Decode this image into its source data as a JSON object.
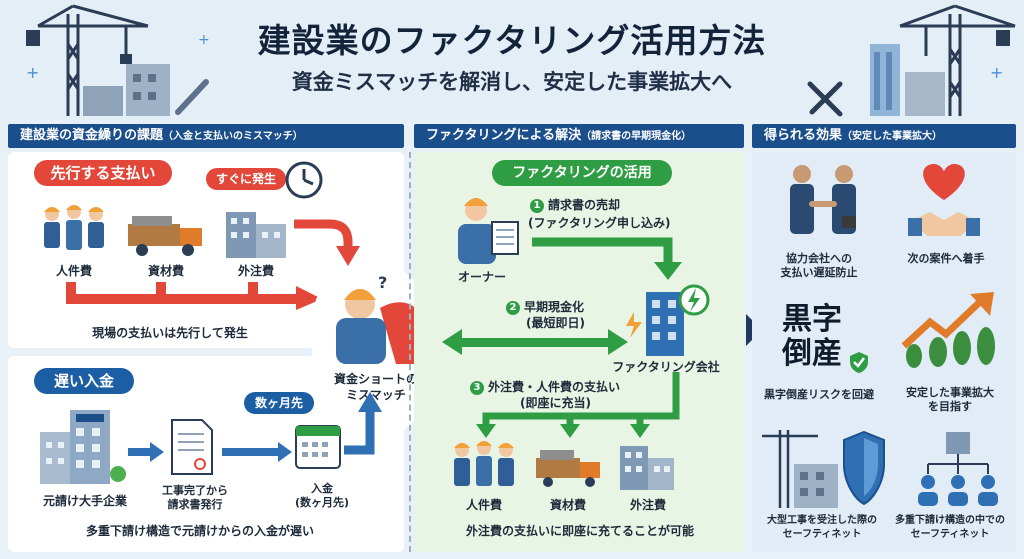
{
  "header": {
    "title": "建設業のファクタリング活用方法",
    "subtitle": "資金ミスマッチを解消し、安定した事業拡大へ"
  },
  "columns": {
    "left": {
      "title": "建設業の資金繰りの課題",
      "note": "（入金と支払いのミスマッチ）"
    },
    "middle": {
      "title": "ファクタリングによる解決",
      "note": "（請求書の早期現金化）"
    },
    "right": {
      "title": "得られる効果",
      "note": "（安定した事業拡大）"
    }
  },
  "left": {
    "advance_pay": {
      "pill": "先行する支払い",
      "urgent": "すぐに発生",
      "items": [
        "人件費",
        "資材費",
        "外注費"
      ],
      "caption": "現場の支払いは先行して発生"
    },
    "center": {
      "line1": "資金ショートの",
      "line2": "ミスマッチ"
    },
    "late_income": {
      "pill": "遅い入金",
      "months_badge": "数ヶ月先",
      "client": "元請け大手企業",
      "invoice_line1": "工事完了から",
      "invoice_line2": "請求書発行",
      "income_line1": "入金",
      "income_line2": "(数ヶ月先)",
      "caption": "多重下請け構造で元請けからの入金が遅い"
    }
  },
  "middle": {
    "pill": "ファクタリングの活用",
    "owner": "オーナー",
    "company": "ファクタリング会社",
    "steps": [
      {
        "num": "1",
        "line1": "請求書の売却",
        "line2": "(ファクタリング申し込み)"
      },
      {
        "num": "2",
        "line1": "早期現金化",
        "line2": "(最短即日)"
      },
      {
        "num": "3",
        "line1": "外注費・人件費の支払い",
        "line2": "(即座に充当)"
      }
    ],
    "items": [
      "人件費",
      "資材費",
      "外注費"
    ],
    "caption": "外注費の支払いに即座に充てることが可能"
  },
  "right": {
    "effects": [
      {
        "line1": "協力会社への",
        "line2": "支払い遅延防止"
      },
      {
        "line1": "次の案件へ着手",
        "line2": ""
      },
      {
        "line1": "黒字倒産リスクを回避",
        "line2": ""
      },
      {
        "line1": "安定した事業拡大",
        "line2": "を目指す"
      },
      {
        "line1": "大型工事を受注した際の",
        "line2": "セーフティネット"
      },
      {
        "line1": "多重下請け構造の中での",
        "line2": "セーフティネット"
      }
    ],
    "kuroji_line1": "黒字",
    "kuroji_line2": "倒産"
  },
  "colors": {
    "navy": "#1b4f8c",
    "red": "#e2473a",
    "green": "#2f9d44",
    "blue": "#1b5ea3"
  }
}
